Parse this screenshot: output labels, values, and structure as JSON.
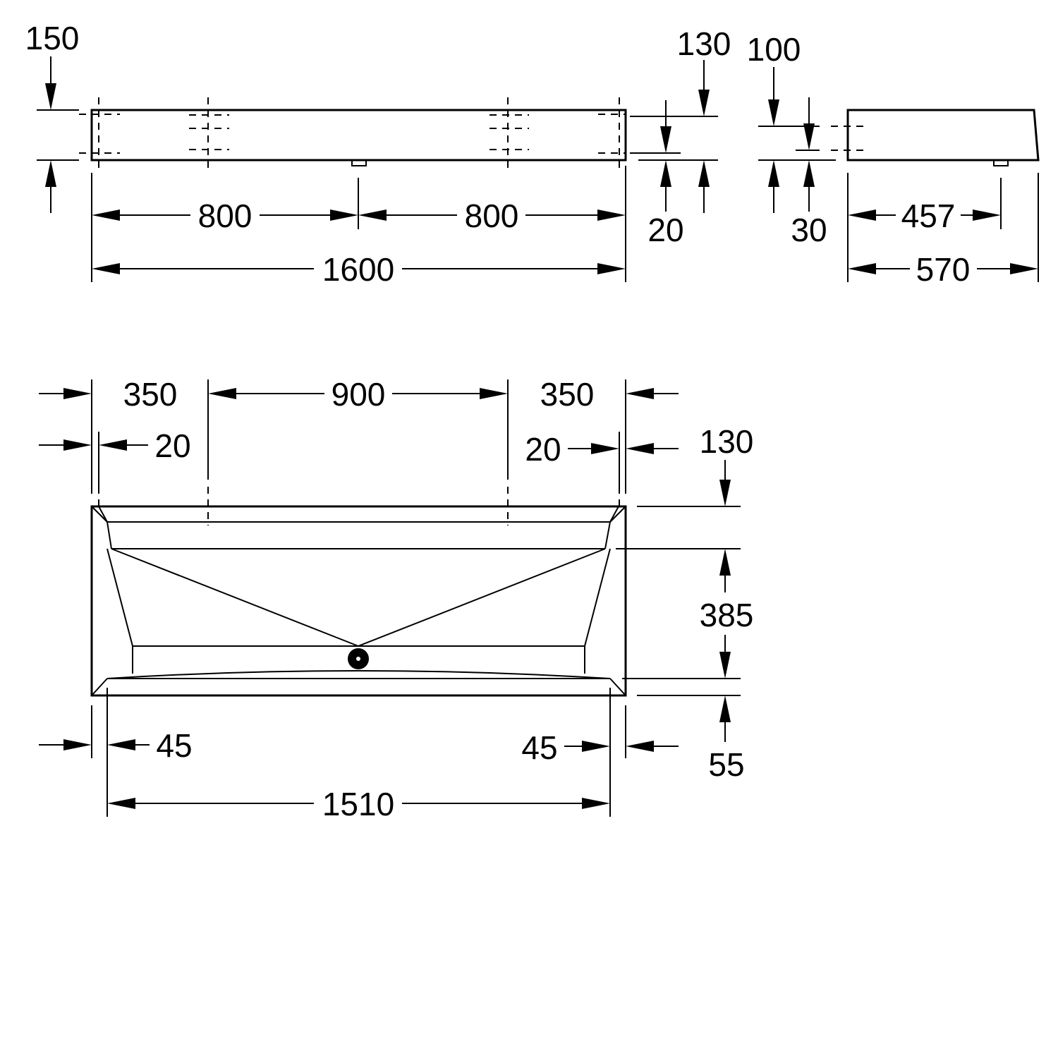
{
  "front_view": {
    "height_total": "150",
    "height_right": "130",
    "foot_height": "20",
    "half_left": "800",
    "half_right": "800",
    "length": "1600"
  },
  "side_view": {
    "height": "100",
    "foot": "30",
    "drain_offset": "457",
    "depth": "570"
  },
  "plan_view": {
    "left_section": "350",
    "middle_section": "900",
    "right_section": "350",
    "left_rim_offset": "20",
    "right_rim_offset": "20",
    "back_rim": "130",
    "inner_depth": "385",
    "front_rim": "55",
    "left_edge": "45",
    "right_edge": "45",
    "inner_length": "1510"
  }
}
